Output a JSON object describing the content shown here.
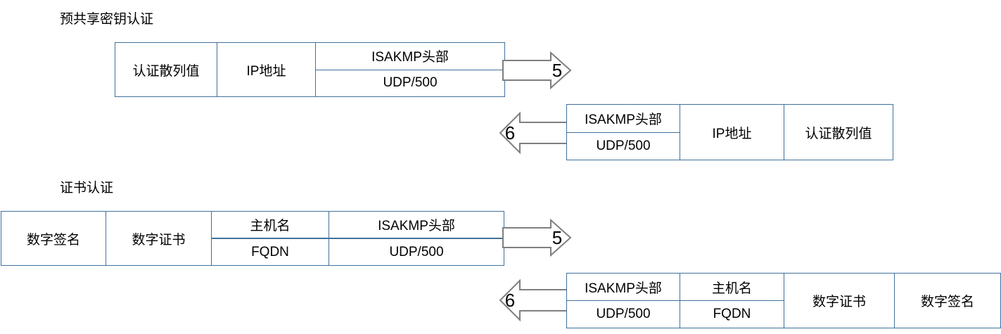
{
  "sections": {
    "psk": {
      "title": "预共享密钥认证"
    },
    "cert": {
      "title": "证书认证"
    }
  },
  "packets": {
    "psk_request": {
      "auth_hash": "认证散列值",
      "ip_address": "IP地址",
      "isakmp_header": "ISAKMP头部",
      "udp_port": "UDP/500",
      "arrow_label": "5"
    },
    "psk_reply": {
      "isakmp_header": "ISAKMP头部",
      "udp_port": "UDP/500",
      "ip_address": "IP地址",
      "auth_hash": "认证散列值",
      "arrow_label": "6"
    },
    "cert_request": {
      "digital_signature": "数字签名",
      "digital_certificate": "数字证书",
      "hostname": "主机名",
      "fqdn": "FQDN",
      "isakmp_header": "ISAKMP头部",
      "udp_port": "UDP/500",
      "arrow_label": "5"
    },
    "cert_reply": {
      "isakmp_header": "ISAKMP头部",
      "udp_port": "UDP/500",
      "hostname": "主机名",
      "fqdn": "FQDN",
      "digital_certificate": "数字证书",
      "digital_signature": "数字签名",
      "arrow_label": "6"
    }
  },
  "colors": {
    "table_border": "#41719C",
    "arrow_outline": "#7F7F7F",
    "text": "#000000",
    "background": "#FFFFFF"
  }
}
